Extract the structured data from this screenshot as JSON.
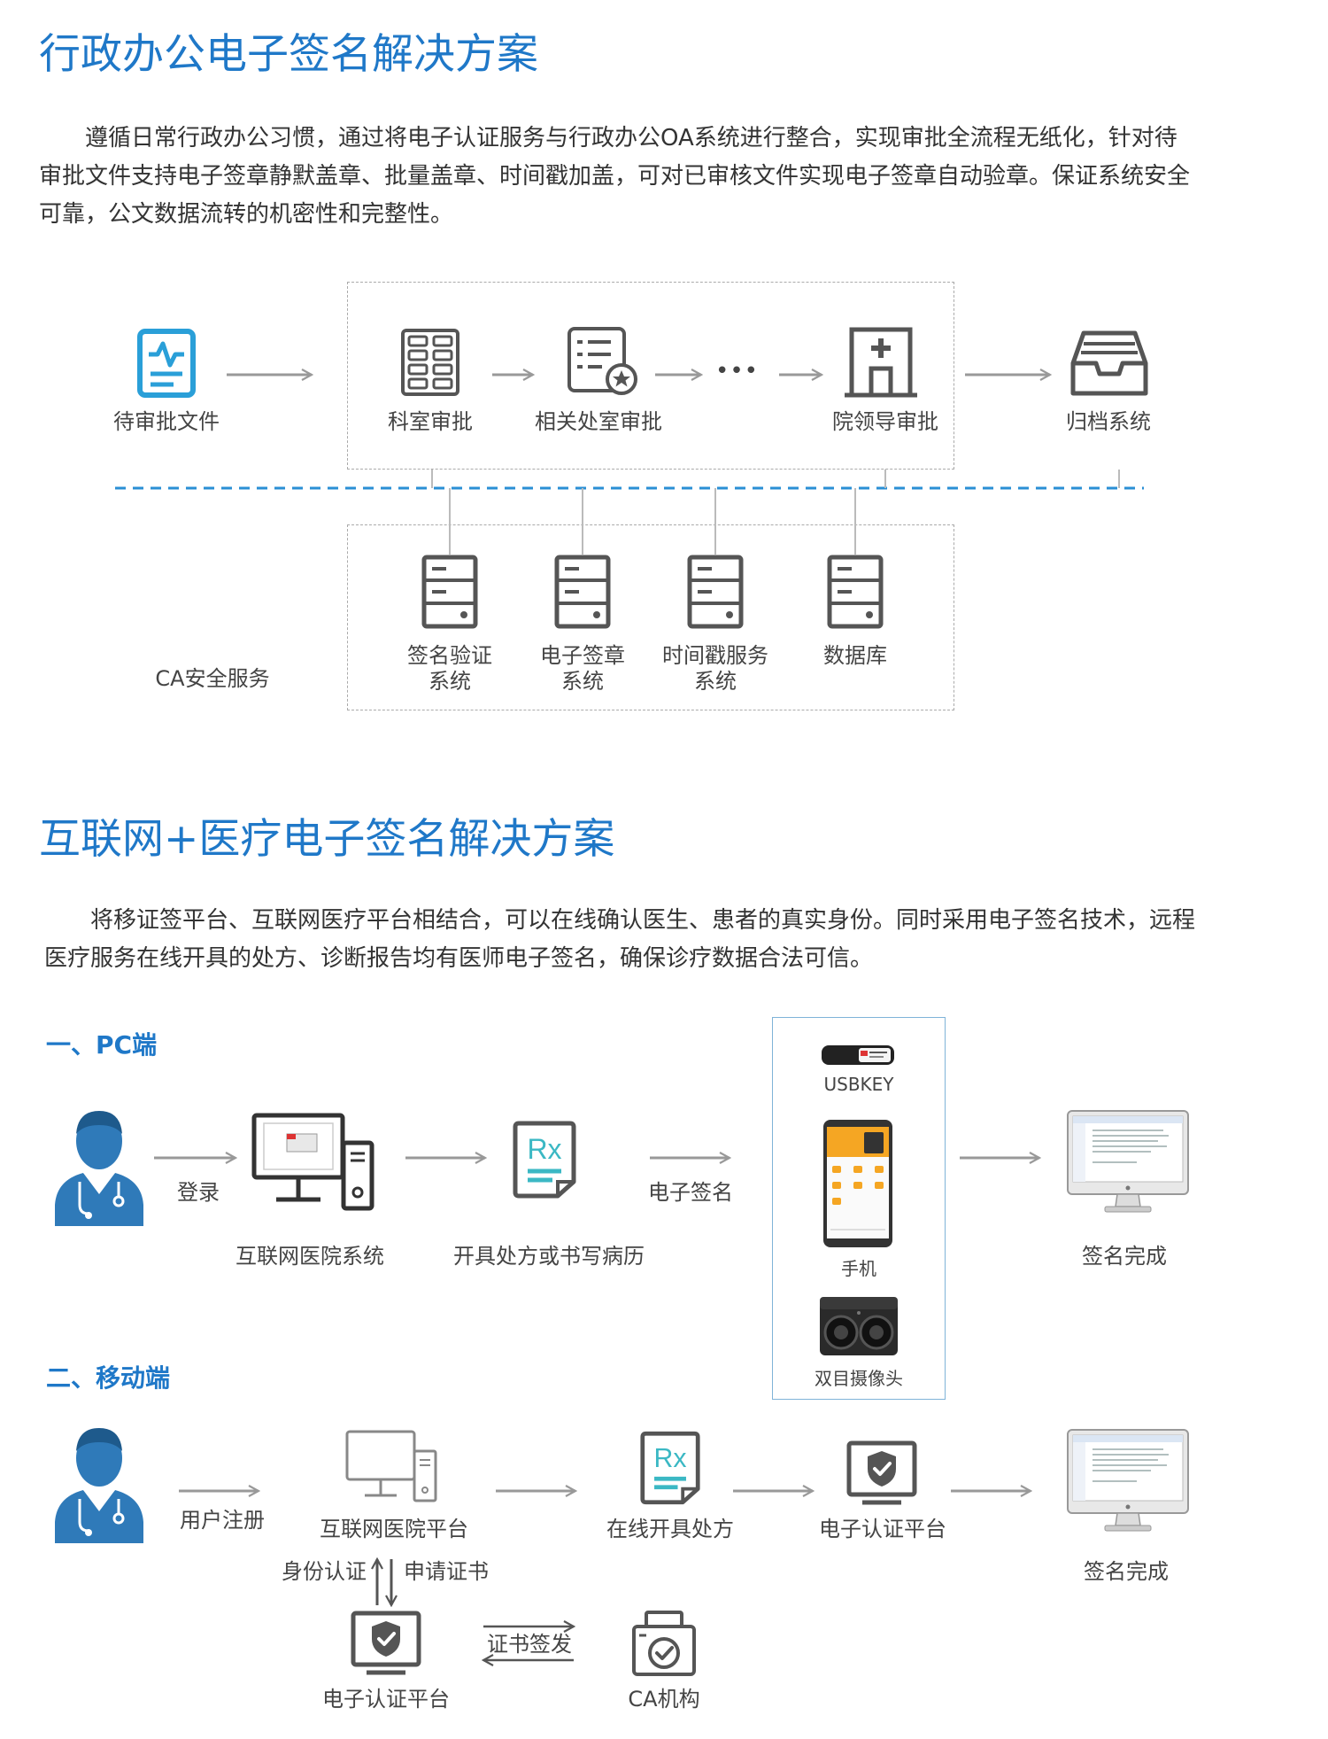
{
  "section1": {
    "title": "行政办公电子签名解决方案",
    "paragraph_lines": [
      "遵循日常行政办公习惯，通过将电子认证服务与行政办公OA系统进行整合，实现审批全流程无纸化，针对待",
      "审批文件支持电子签章静默盖章、批量盖章、时间戳加盖，可对已审核文件实现电子签章自动验章。保证系统安全",
      "可靠，公文数据流转的机密性和完整性。"
    ],
    "flow": {
      "pending_doc": "待审批文件",
      "dept_approval": "科室审批",
      "related_office_approval": "相关处室审批",
      "dots": "•••",
      "leader_approval": "院领导审批",
      "archive": "归档系统"
    },
    "ca": {
      "title": "CA安全服务",
      "servers": [
        {
          "line1": "签名验证",
          "line2": "系统"
        },
        {
          "line1": "电子签章",
          "line2": "系统"
        },
        {
          "line1": "时间戳服务",
          "line2": "系统"
        },
        {
          "line1": "数据库",
          "line2": ""
        }
      ]
    }
  },
  "section2": {
    "title": "互联网+医疗电子签名解决方案",
    "paragraph_lines": [
      "将移证签平台、互联网医疗平台相结合，可以在线确认医生、患者的真实身份。同时采用电子签名技术，远程",
      "医疗服务在线开具的处方、诊断报告均有医师电子签名，确保诊疗数据合法可信。"
    ],
    "pc": {
      "heading": "一、PC端",
      "login": "登录",
      "hospital_system": "互联网医院系统",
      "prescribe": "开具处方或书写病历",
      "esign": "电子签名",
      "done": "签名完成"
    },
    "devices": {
      "usbkey": "USBKEY",
      "phone": "手机",
      "camera": "双目摄像头"
    },
    "mobile": {
      "heading": "二、移动端",
      "register": "用户注册",
      "hospital_platform": "互联网医院平台",
      "online_prescribe": "在线开具处方",
      "ecert_platform": "电子认证平台",
      "done": "签名完成",
      "identity_auth": "身份认证",
      "apply_cert": "申请证书",
      "ecert_platform_bottom": "电子认证平台",
      "cert_issue": "证书签发",
      "ca_org": "CA机构"
    }
  },
  "colors": {
    "title_blue": "#1f78c8",
    "icon_blue": "#2a9fd8",
    "doctor_blue": "#2f7ab9",
    "rx_teal": "#3bb8c4",
    "arrow_gray": "#999999",
    "icon_gray": "#555555"
  }
}
